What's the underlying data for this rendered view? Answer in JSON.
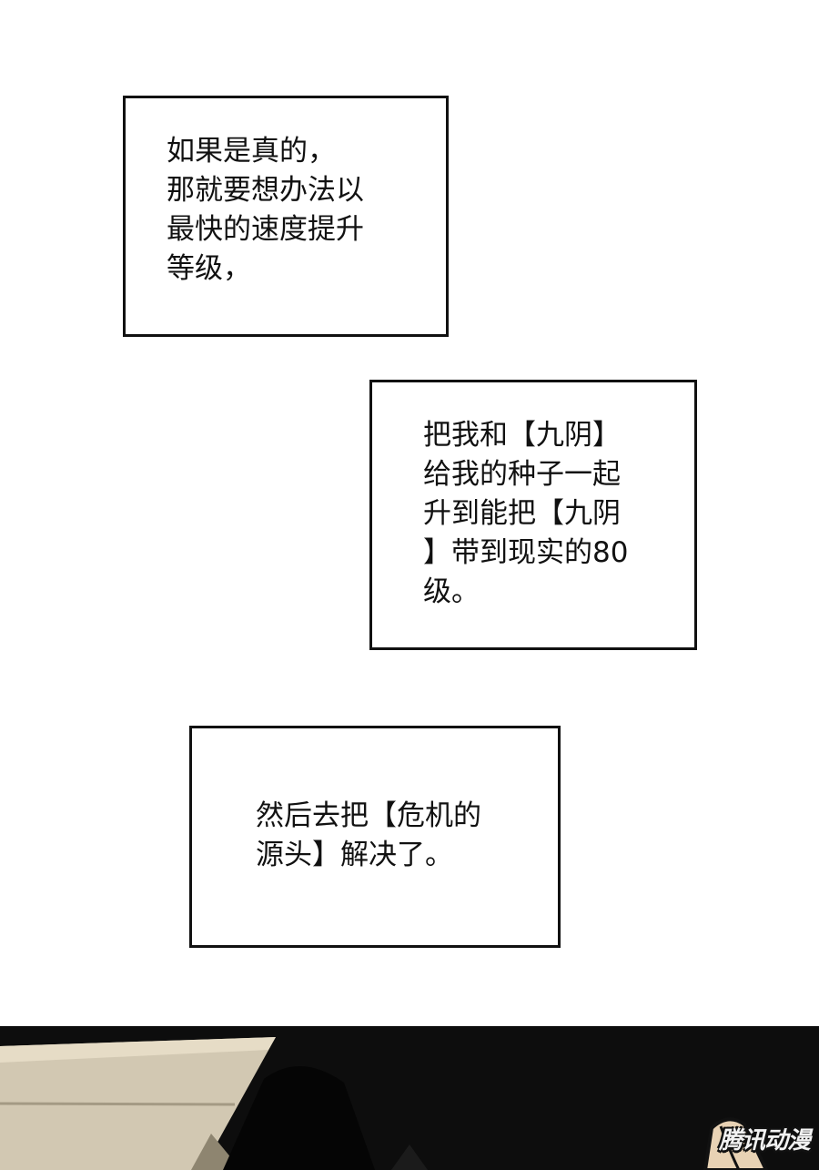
{
  "captions": [
    {
      "lines": [
        "如果是真的，",
        "那就要想办法以",
        "最快的速度提升",
        "等级，"
      ]
    },
    {
      "lines": [
        "把我和【九阴】",
        "给我的种子一起",
        "升到能把【九阴",
        "】带到现实的80",
        "级。"
      ]
    },
    {
      "lines": [
        "然后去把【危机的",
        "源头】解决了。"
      ]
    }
  ],
  "watermark": {
    "text": "腾讯动漫"
  },
  "colors": {
    "background": "#ffffff",
    "border": "#111111",
    "panel_dark": "#0d0d0d",
    "wall": "#d2c8b2"
  }
}
